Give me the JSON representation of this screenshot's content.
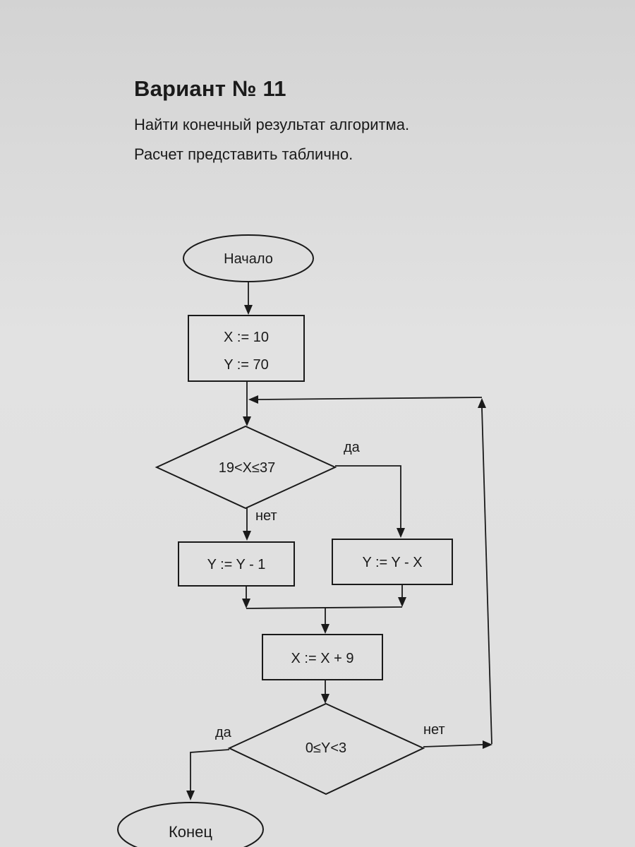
{
  "header": {
    "title": "Вариант № 11",
    "line1": "Найти конечный результат алгоритма.",
    "line2": "Расчет  представить таблично."
  },
  "flowchart": {
    "start": "Начало",
    "init_x": "X := 10",
    "init_y": "Y := 70",
    "cond1": "19<X≤37",
    "cond1_yes": "да",
    "cond1_no": "нет",
    "action_no": "Y := Y - 1",
    "action_yes": "Y := Y - X",
    "increment": "X := X + 9",
    "cond2": "0≤Y<3",
    "cond2_yes": "да",
    "cond2_no": "нет",
    "end": "Конец"
  }
}
